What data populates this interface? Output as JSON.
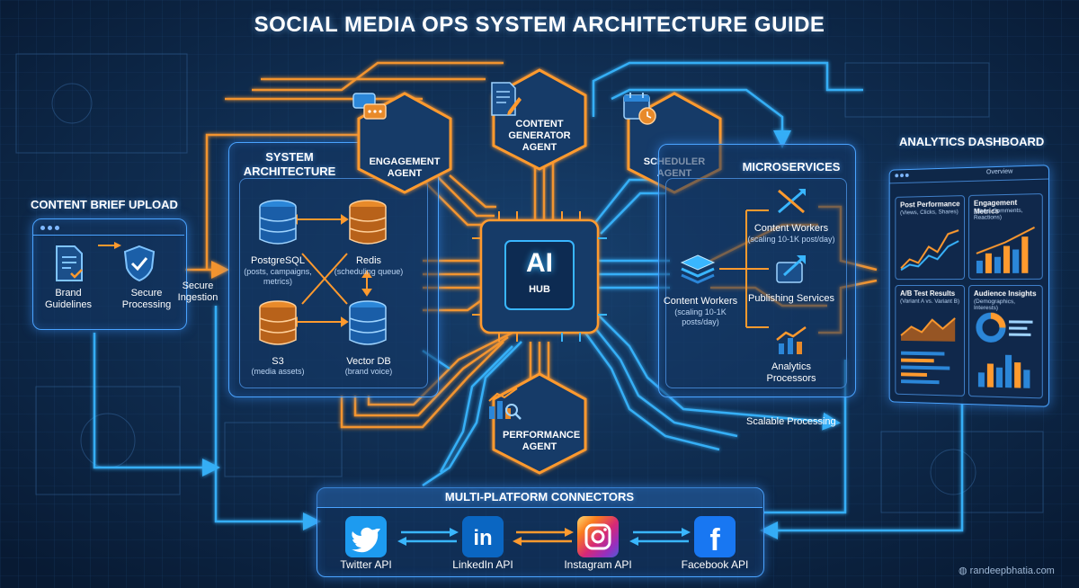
{
  "title": "SOCIAL MEDIA OPS SYSTEM ARCHITECTURE GUIDE",
  "content_brief": {
    "header": "CONTENT BRIEF UPLOAD",
    "items": [
      {
        "label": "Brand Guidelines",
        "icon": "document-check-icon"
      },
      {
        "label": "Secure Processing",
        "icon": "shield-check-icon"
      }
    ]
  },
  "secure_ingestion": "Secure Ingestion",
  "system_architecture": {
    "header": "SYSTEM ARCHITECTURE",
    "stores": [
      {
        "name": "PostgreSQL",
        "detail": "(posts, campaigns, metrics)"
      },
      {
        "name": "Redis",
        "detail": "(scheduling queue)"
      },
      {
        "name": "S3",
        "detail": "(media assets)"
      },
      {
        "name": "Vector DB",
        "detail": "(brand voice)"
      }
    ]
  },
  "agents": {
    "engagement": {
      "label": "ENGAGEMENT AGENT",
      "icon": "chat-bubbles-icon"
    },
    "content_generator": {
      "label": "CONTENT GENERATOR AGENT",
      "icon": "document-pencil-icon"
    },
    "scheduler": {
      "label": "SCHEDULER AGENT",
      "icon": "calendar-clock-icon"
    },
    "performance": {
      "label": "PERFORMANCE AGENT",
      "icon": "chart-magnifier-icon"
    }
  },
  "ai_hub": {
    "main": "AI",
    "sub": "HUB"
  },
  "microservices": {
    "header": "MICROSERVICES",
    "left_item": {
      "name": "Content Workers",
      "detail": "(scaling 10-1K posts/day)"
    },
    "right_items": [
      {
        "name": "Content Workers",
        "detail": "(scaling 10-1K post/day)"
      },
      {
        "name": "Publishing Services",
        "detail": ""
      },
      {
        "name": "Analytics Processors",
        "detail": ""
      }
    ]
  },
  "scalable_processing": "Scalable Processing",
  "analytics_dashboard": {
    "header": "ANALYTICS DASHBOARD",
    "tab": "Overview",
    "widgets": [
      {
        "title": "Post Performance",
        "detail": "(Views, Clicks, Shares)"
      },
      {
        "title": "Engagement Metrics",
        "detail": "(Likes, Comments, Reactions)"
      },
      {
        "title": "A/B Test Results",
        "detail": "(Variant A vs. Variant B)"
      },
      {
        "title": "Audience Insights",
        "detail": "(Demographics, Interests)"
      }
    ]
  },
  "connectors": {
    "header": "MULTI-PLATFORM CONNECTORS",
    "platforms": [
      {
        "name": "Twitter API",
        "color": "#1d9bf0",
        "icon": "twitter-bird-icon"
      },
      {
        "name": "LinkedIn API",
        "color": "#0a66c2",
        "icon": "linkedin-icon"
      },
      {
        "name": "Instagram API",
        "color": "#d62976",
        "icon": "instagram-camera-icon"
      },
      {
        "name": "Facebook API",
        "color": "#1877f2",
        "icon": "facebook-icon"
      }
    ]
  },
  "watermark": "randeepbhatia.com",
  "colors": {
    "orange": "#ff9a2e",
    "blue": "#39b6ff",
    "panel_border": "#4aa3ff",
    "background": "#0b1f3a"
  }
}
